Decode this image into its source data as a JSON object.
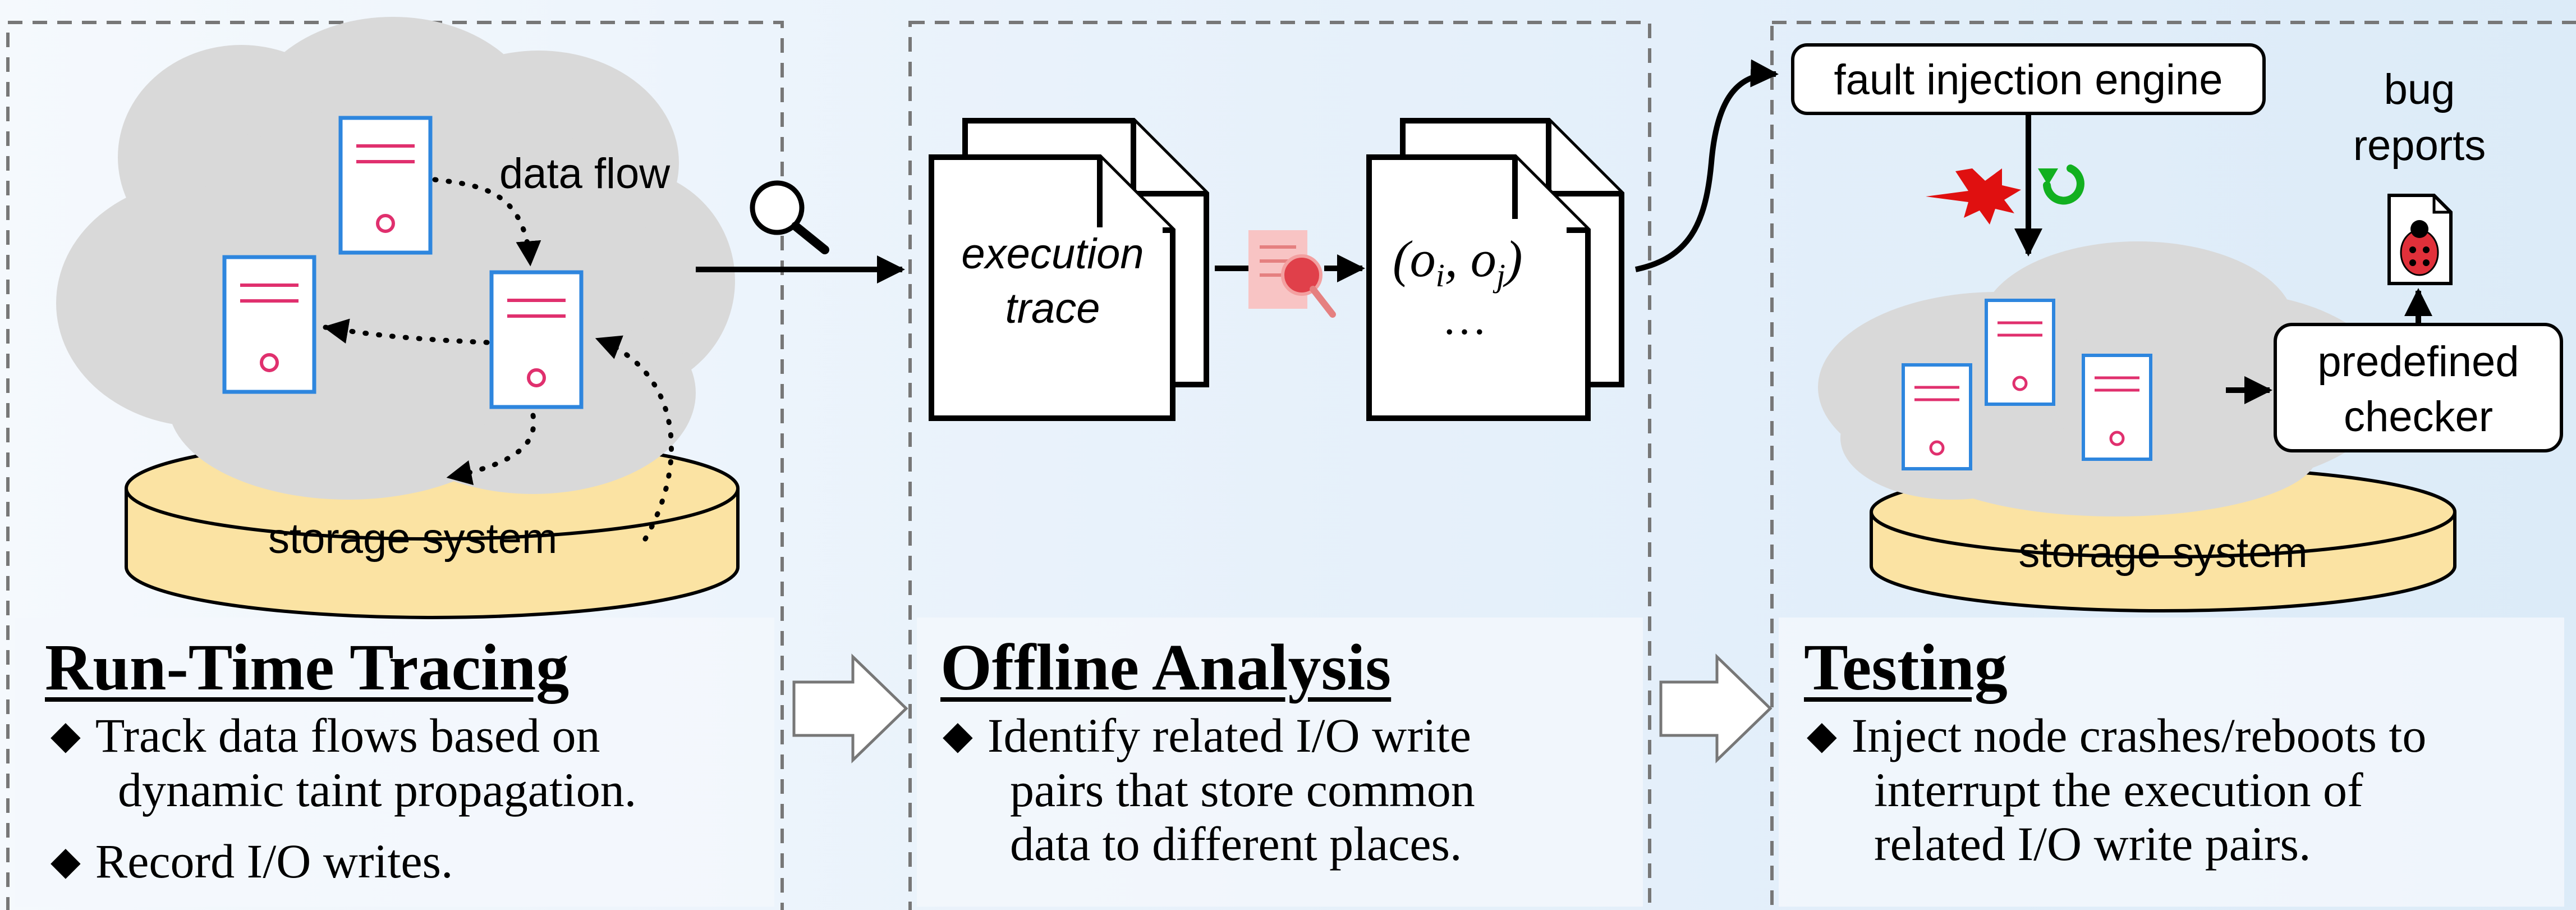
{
  "stage1": {
    "labels": {
      "data_flow": "data flow",
      "storage": "storage system"
    },
    "title": "Run-Time Tracing",
    "bullet1": [
      "Track data flows based on",
      "dynamic taint propagation."
    ],
    "bullet2": "Record I/O writes."
  },
  "stage2": {
    "labels": {
      "trace_line1": "execution",
      "trace_line2": "trace",
      "pair_dots": "…"
    },
    "title": "Offline Analysis",
    "bullet1": [
      "Identify related I/O write",
      "pairs that store common",
      "data to different places."
    ]
  },
  "stage3": {
    "labels": {
      "engine": "fault injection engine",
      "bug1": "bug",
      "bug2": "reports",
      "checker1": "predefined",
      "checker2": "checker",
      "storage": "storage system"
    },
    "title": "Testing",
    "bullet1": [
      "Inject node crashes/reboots to",
      "interrupt the execution of",
      "related I/O write pairs."
    ]
  },
  "colors": {
    "server_border": "#2e86de",
    "server_line": "#e0306e",
    "disk_fill": "#fbe3a3",
    "cloud": "#d9d9d9",
    "crash": "#e01010",
    "reboot": "#12b020",
    "frame": "#777777"
  },
  "icons": [
    "magnifier-icon",
    "document-search-icon",
    "explosion-icon",
    "reboot-icon",
    "bug-report-icon"
  ]
}
